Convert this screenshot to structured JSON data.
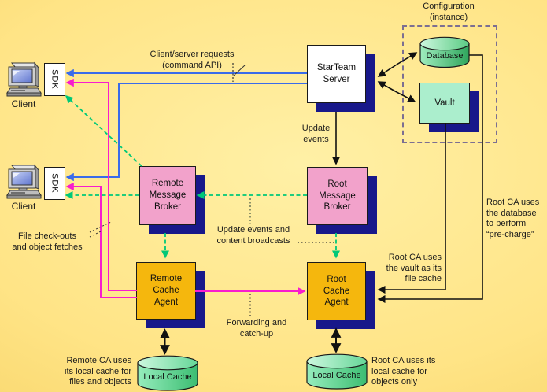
{
  "colors": {
    "background_center": "#FFF0A6",
    "background_edge": "#EFC455",
    "arrow_blue": "#3A6BEA",
    "arrow_magenta": "#F81CCE",
    "arrow_green": "#00C878",
    "arrow_black": "#111111",
    "shadow_navy": "#18188A",
    "broker_pink": "#F2A2CB",
    "agent_orange": "#F5B70D",
    "vault_mint": "#ABEECD",
    "server_white": "#FFFFFF",
    "config_border": "#7C6F92"
  },
  "clients": {
    "client1": {
      "label": "Client",
      "sdk": "SDK"
    },
    "client2": {
      "label": "Client",
      "sdk": "SDK"
    }
  },
  "server": {
    "label": "StarTeam\nServer"
  },
  "configuration": {
    "title": "Configuration\n(instance)",
    "database": "Database",
    "vault": "Vault"
  },
  "brokers": {
    "remote": "Remote\nMessage\nBroker",
    "root": "Root\nMessage\nBroker"
  },
  "agents": {
    "remote": "Remote\nCache\nAgent",
    "root": "Root\nCache\nAgent"
  },
  "caches": {
    "remote": "Local Cache",
    "root": "Local Cache"
  },
  "annotations": {
    "client_server_requests": "Client/server requests\n(command API)",
    "update_events": "Update\nevents",
    "update_broadcasts": "Update events and\ncontent broadcasts",
    "forwarding_catchup": "Forwarding and\ncatch-up",
    "file_checkouts": "File check-outs\nand object fetches",
    "root_ca_database": "Root CA uses\nthe database\nto perform\n“pre-charge”",
    "root_ca_vault": "Root CA uses\nthe vault as its\nfile cache",
    "remote_ca_cache": "Remote CA uses\nits local cache for\nfiles and objects",
    "root_ca_cache": "Root CA uses its\nlocal cache for\nobjects only"
  }
}
